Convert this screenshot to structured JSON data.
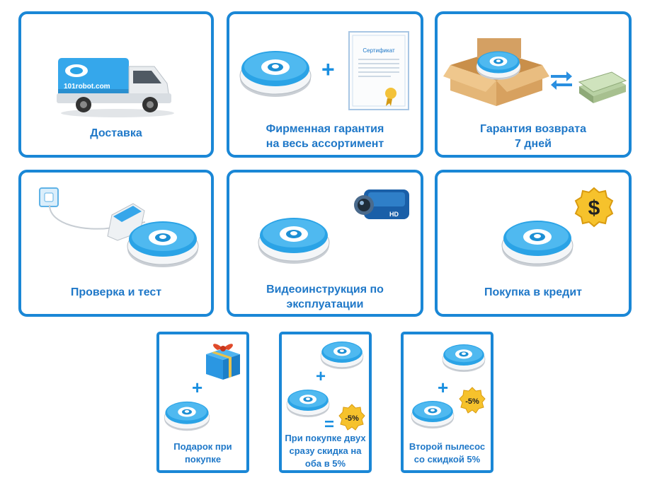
{
  "cards": [
    {
      "label": "Доставка",
      "truck_text": "101robot.com"
    },
    {
      "label_line1": "Фирменная гарантия",
      "label_line2": "на весь ассортимент",
      "cert_title": "Сертификат"
    },
    {
      "label_line1": "Гарантия возврата",
      "label_line2": "7 дней"
    },
    {
      "label": "Проверка и тест"
    },
    {
      "label_line1": "Видеоинструкция по",
      "label_line2": "эксплуатации",
      "camera_badge": "HD"
    },
    {
      "label": "Покупка в кредит",
      "coin_symbol": "$"
    }
  ],
  "promos": [
    {
      "label_line1": "Подарок при",
      "label_line2": "покупке"
    },
    {
      "label_line1": "При покупке двух",
      "label_line2": "сразу скидка на",
      "label_line3": "оба в 5%",
      "discount": "-5%"
    },
    {
      "label_line1": "Второй пылесос",
      "label_line2": "со скидкой 5%",
      "discount": "-5%"
    }
  ],
  "colors": {
    "accent": "#1a87d6",
    "label": "#1f78c8",
    "robot": "#2aa3e6"
  },
  "icons": [
    "truck-icon",
    "robot-vacuum-icon",
    "certificate-icon",
    "box-icon",
    "exchange-arrows-icon",
    "money-icon",
    "power-outlet-icon",
    "video-camera-icon",
    "dollar-coin-icon",
    "gift-icon",
    "discount-badge-icon"
  ]
}
